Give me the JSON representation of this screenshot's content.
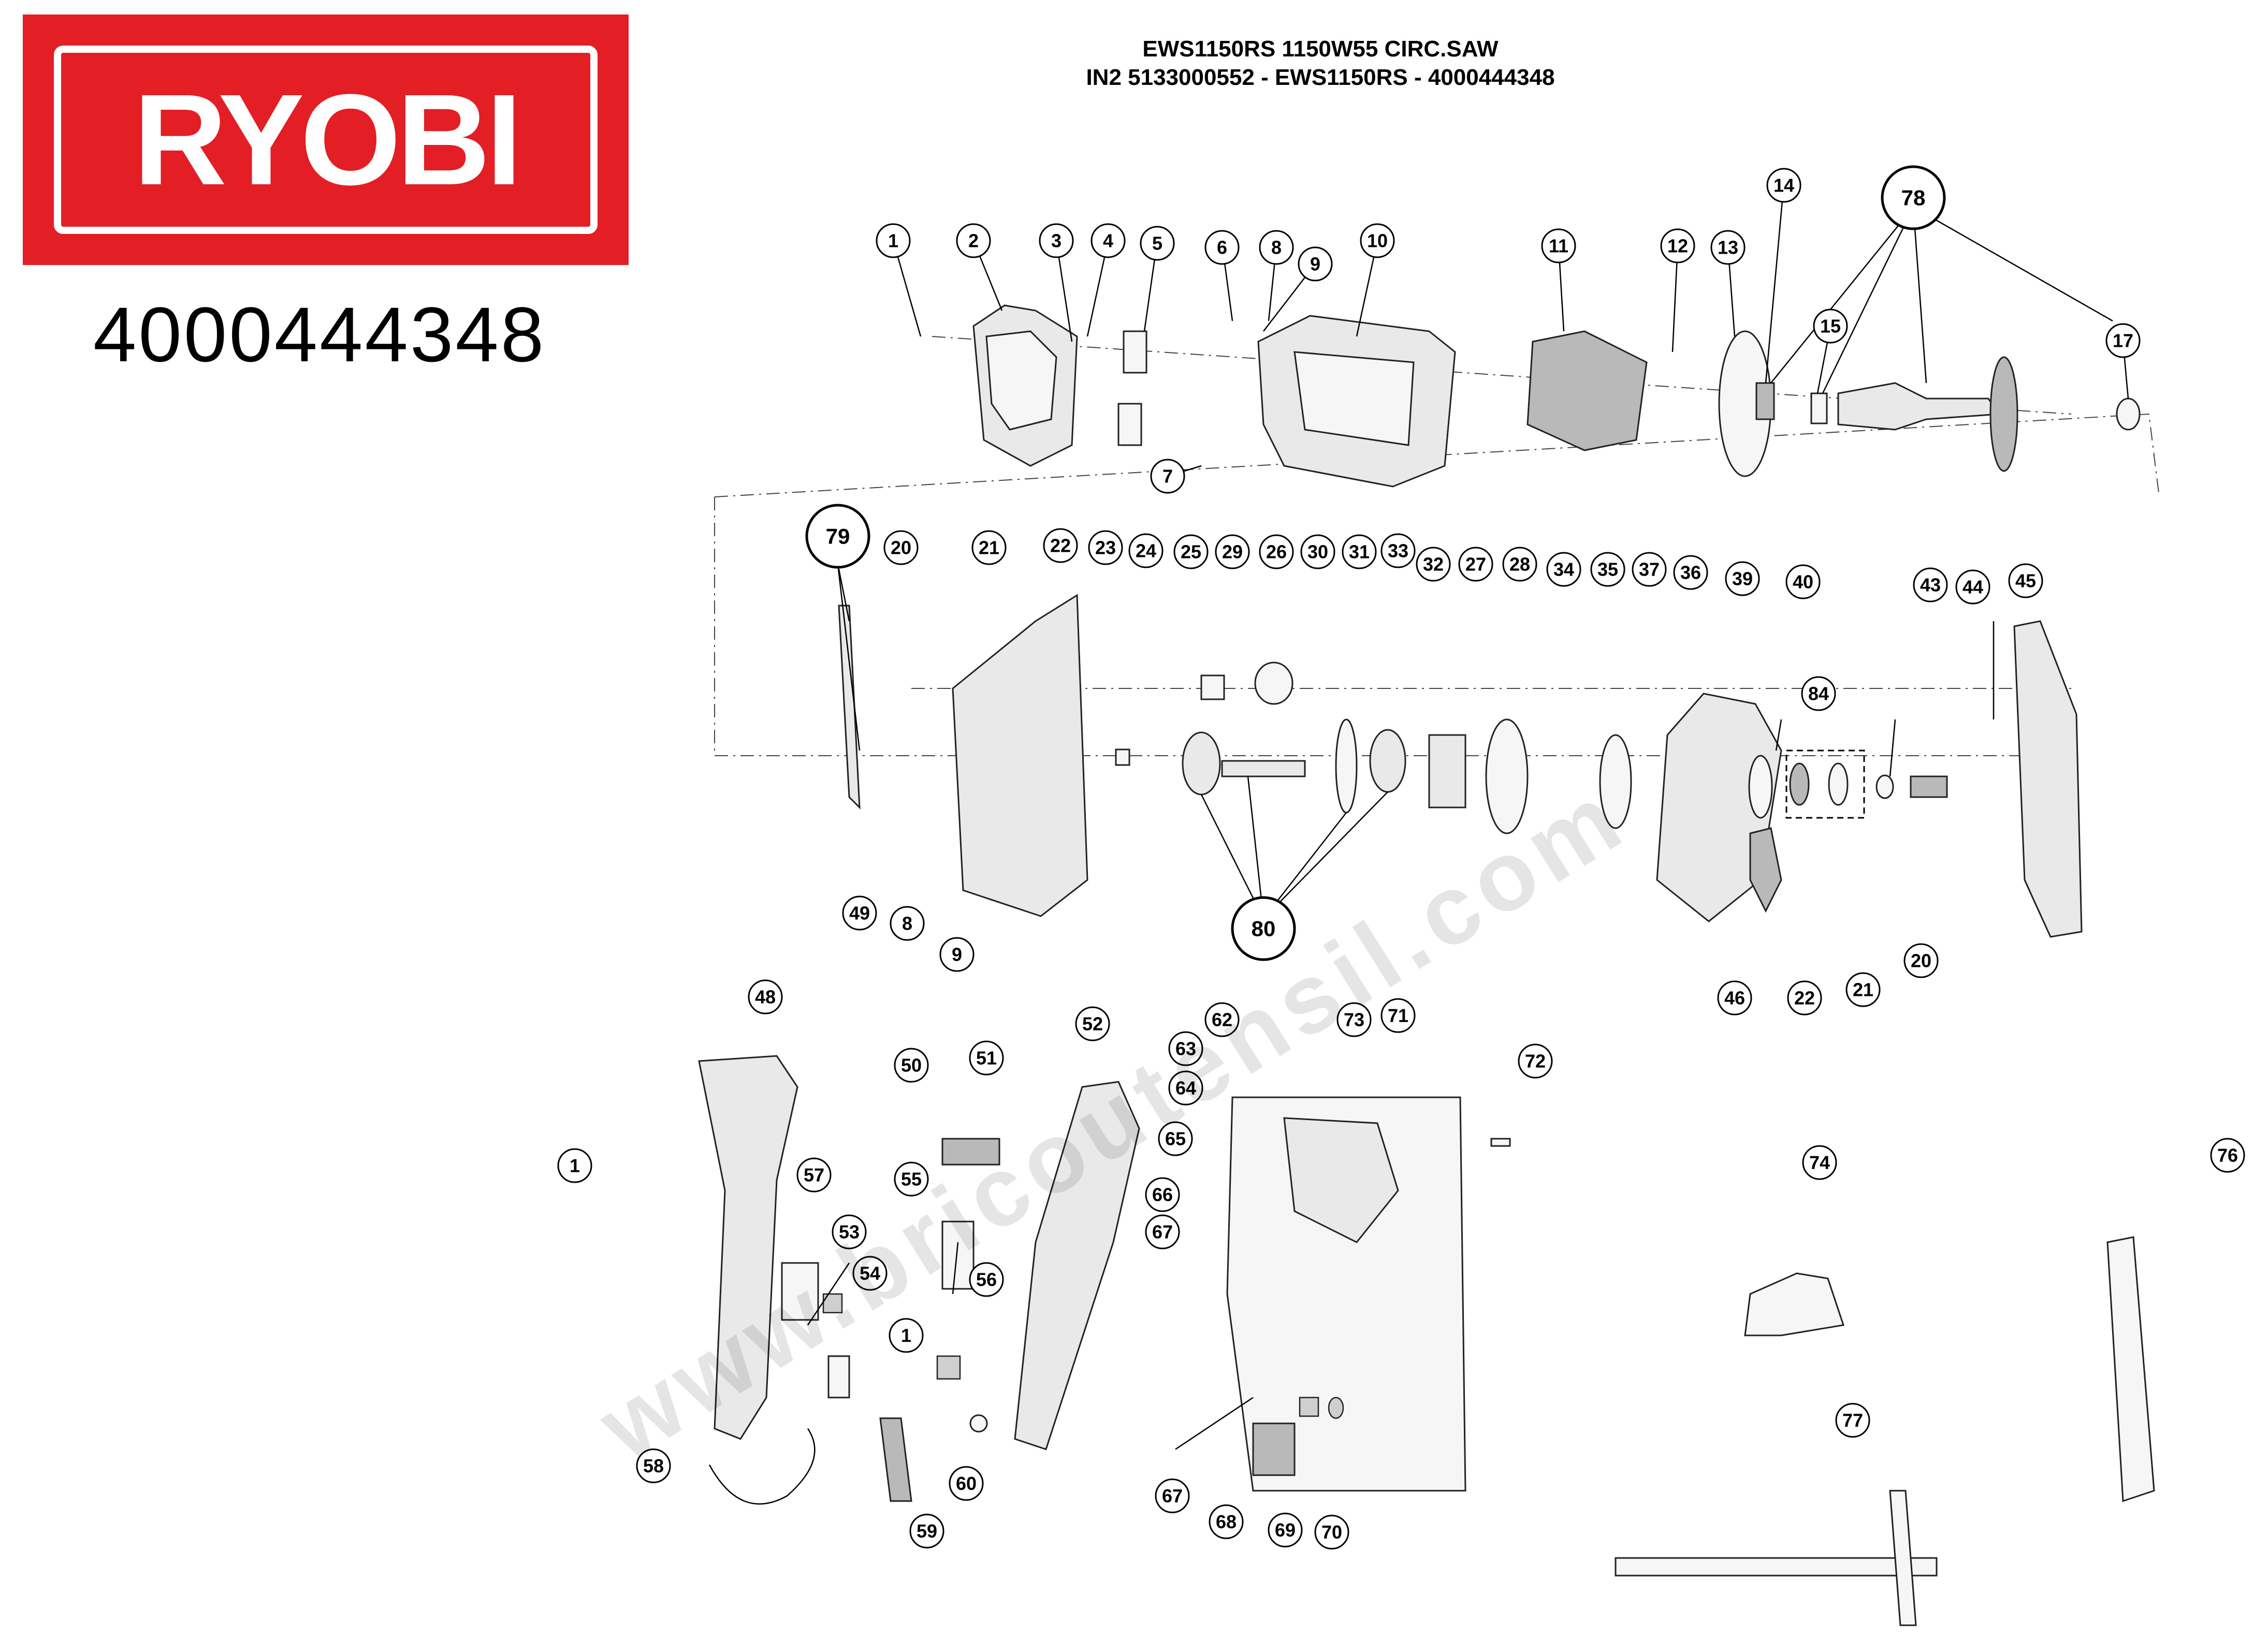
{
  "logo": {
    "text": "RYOBI",
    "color": "#e31e24"
  },
  "article_number": "4000444348",
  "header": {
    "line1": "EWS1150RS 1150W55 CIRC.SAW",
    "line2": "IN2 5133000552 - EWS1150RS - 4000444348"
  },
  "watermark": "www.bricoutensil.com",
  "callouts": [
    "1",
    "2",
    "3",
    "4",
    "5",
    "6",
    "8",
    "9",
    "10",
    "11",
    "12",
    "13",
    "14",
    "78",
    "15",
    "17",
    "7",
    "79",
    "20",
    "21",
    "22",
    "23",
    "24",
    "25",
    "29",
    "26",
    "30",
    "31",
    "33",
    "32",
    "27",
    "28",
    "34",
    "35",
    "37",
    "36",
    "39",
    "40",
    "43",
    "44",
    "45",
    "84",
    "80",
    "46",
    "22",
    "21",
    "20",
    "49",
    "8",
    "9",
    "48",
    "52",
    "62",
    "73",
    "71",
    "72",
    "50",
    "51",
    "1",
    "57",
    "55",
    "53",
    "54",
    "56",
    "1",
    "58",
    "59",
    "60",
    "63",
    "64",
    "65",
    "66",
    "67",
    "67",
    "68",
    "69",
    "70",
    "74",
    "76",
    "77"
  ]
}
